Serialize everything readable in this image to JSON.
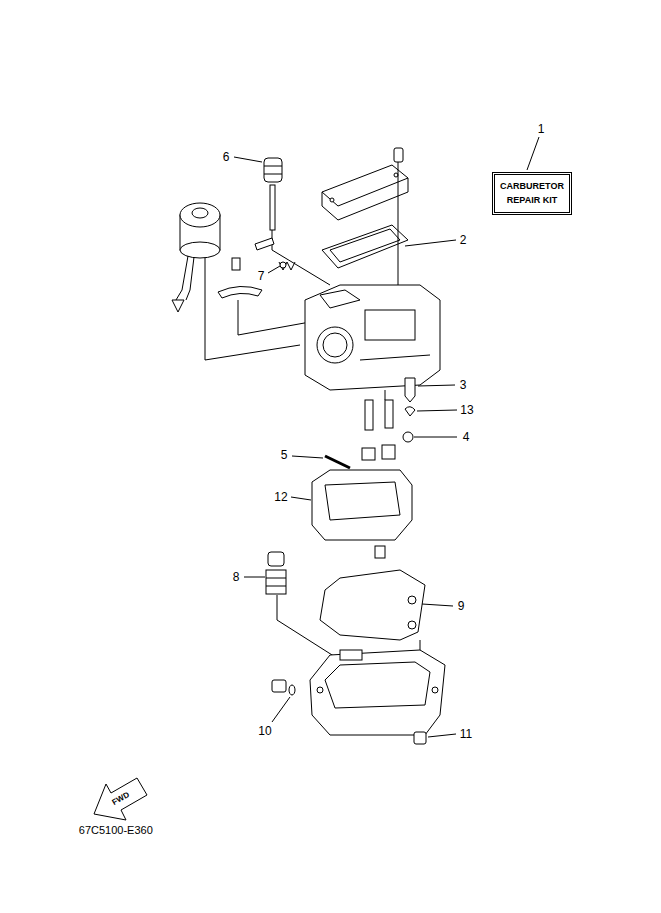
{
  "diagram": {
    "nodes": [
      {
        "text": [
          "CARBURETOR REPAIR KIT"
        ]
      }
    ],
    "labels": [
      "1",
      "6",
      "2",
      "7",
      "3",
      "13",
      "4",
      "5",
      "12",
      "8",
      "9",
      "10",
      "11",
      "FWD",
      "67C5100-E360"
    ]
  }
}
